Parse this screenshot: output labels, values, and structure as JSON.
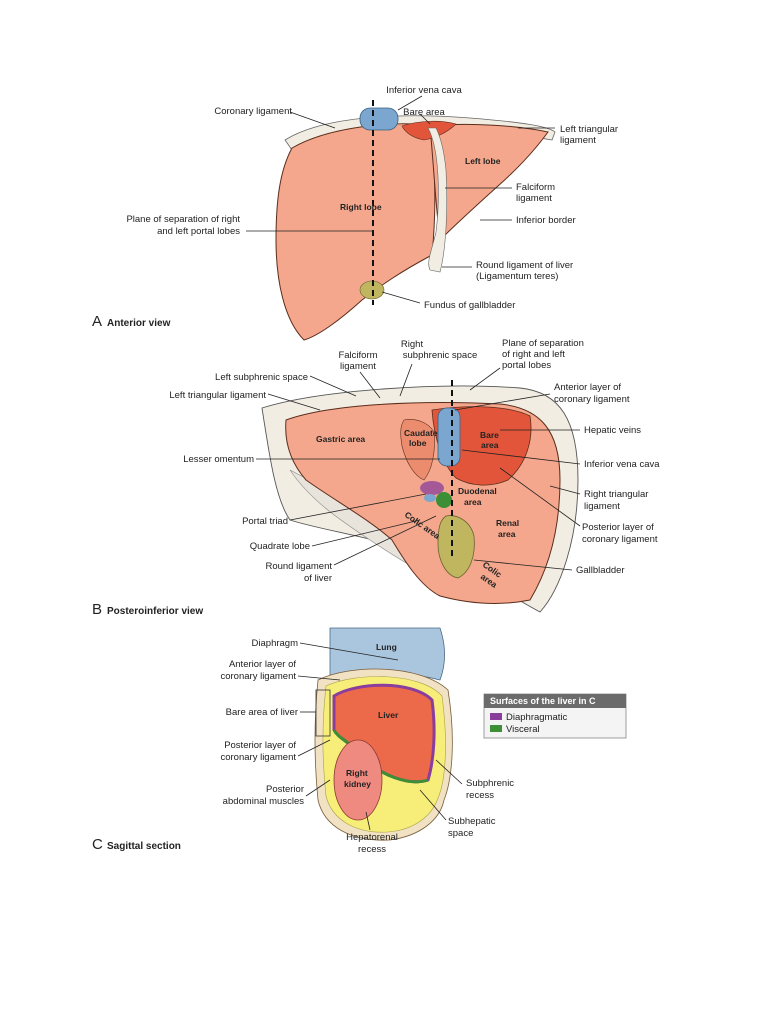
{
  "colors": {
    "liver": "#f4a78c",
    "liver_dark": "#ec8c6e",
    "bare_area": "#e3553a",
    "ivc": "#7aa6cf",
    "gallbladder": "#c1b660",
    "diaphragm": "#f2ede2",
    "lung": "#a9c6de",
    "subspace_yellow": "#f7ee7a",
    "kidney": "#ef8a80",
    "diaphragmatic_surface": "#8a3d9c",
    "visceral_surface": "#3c8f35",
    "legend_header": "#6b6b6b"
  },
  "panel_a": {
    "letter": "A",
    "title": "Anterior view",
    "organ_labels": {
      "right_lobe": "Right lobe",
      "left_lobe": "Left lobe"
    },
    "callouts": {
      "inferior_vena_cava": "Inferior vena cava",
      "coronary_ligament": "Coronary ligament",
      "bare_area": "Bare area",
      "left_triangular_1": "Left triangular",
      "left_triangular_2": "ligament",
      "falciform_1": "Falciform",
      "falciform_2": "ligament",
      "inferior_border": "Inferior border",
      "plane_1": "Plane of separation of right",
      "plane_2": "and left portal lobes",
      "round_ligament_1": "Round ligament of liver",
      "round_ligament_2": "(Ligamentum teres)",
      "fundus": "Fundus of gallbladder"
    }
  },
  "panel_b": {
    "letter": "B",
    "title": "Posteroinferior view",
    "organ_labels": {
      "gastric_area": "Gastric area",
      "caudate_1": "Caudate",
      "caudate_2": "lobe",
      "bare_1": "Bare",
      "bare_2": "area",
      "duodenal_1": "Duodenal",
      "duodenal_2": "area",
      "renal_1": "Renal",
      "renal_2": "area",
      "colic_1": "Colic area",
      "colic_2": "Colic",
      "colic_3": "area"
    },
    "callouts": {
      "right_subphrenic_1": "Right",
      "right_subphrenic_2": "subphrenic space",
      "plane_1": "Plane of separation",
      "plane_2": "of right and left",
      "plane_3": "portal lobes",
      "falciform_1": "Falciform",
      "falciform_2": "ligament",
      "left_subphrenic": "Left subphrenic space",
      "left_triangular": "Left triangular ligament",
      "anterior_layer_1": "Anterior layer of",
      "anterior_layer_2": "coronary ligament",
      "hepatic_veins": "Hepatic veins",
      "lesser_omentum": "Lesser omentum",
      "inferior_vena_cava": "Inferior vena cava",
      "right_triangular_1": "Right triangular",
      "right_triangular_2": "ligament",
      "portal_triad": "Portal triad",
      "posterior_layer_1": "Posterior layer of",
      "posterior_layer_2": "coronary ligament",
      "quadrate_lobe": "Quadrate lobe",
      "round_ligament_1": "Round ligament",
      "round_ligament_2": "of liver",
      "gallbladder": "Gallbladder"
    }
  },
  "panel_c": {
    "letter": "C",
    "title": "Sagittal section",
    "organ_labels": {
      "lung": "Lung",
      "liver": "Liver",
      "kidney_1": "Right",
      "kidney_2": "kidney"
    },
    "callouts": {
      "diaphragm": "Diaphragm",
      "anterior_layer_1": "Anterior layer of",
      "anterior_layer_2": "coronary ligament",
      "bare_area": "Bare area of liver",
      "posterior_layer_1": "Posterior layer of",
      "posterior_layer_2": "coronary ligament",
      "posterior_muscles_1": "Posterior",
      "posterior_muscles_2": "abdominal muscles",
      "hepatorenal_1": "Hepatorenal",
      "hepatorenal_2": "recess",
      "subphrenic_1": "Subphrenic",
      "subphrenic_2": "recess",
      "subhepatic_1": "Subhepatic",
      "subhepatic_2": "space"
    },
    "legend": {
      "title": "Surfaces of the liver in C",
      "items": [
        {
          "label": "Diaphragmatic",
          "color": "#8a3d9c"
        },
        {
          "label": "Visceral",
          "color": "#3c8f35"
        }
      ]
    }
  }
}
